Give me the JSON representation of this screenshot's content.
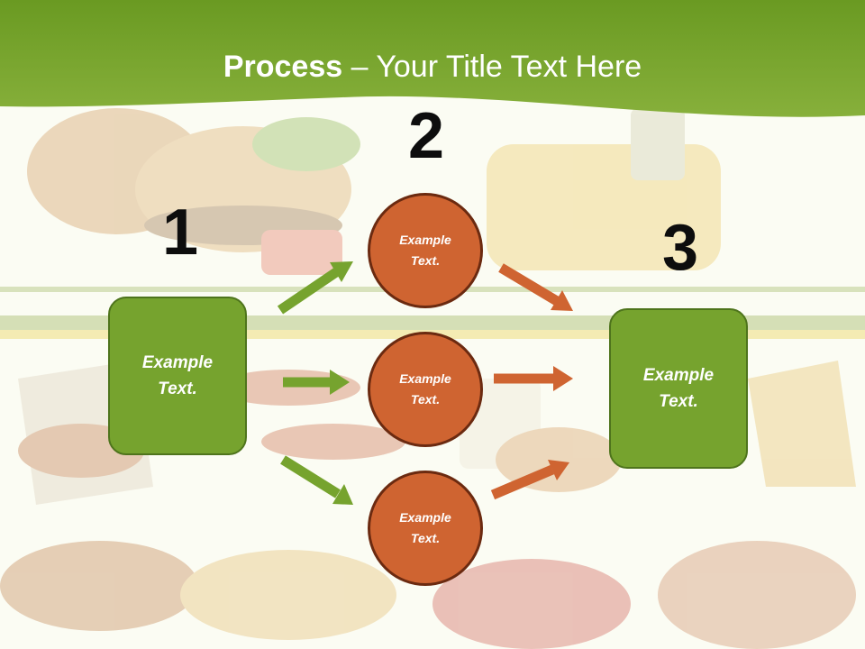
{
  "title": {
    "bold": "Process",
    "rest": " – Your Title Text Here"
  },
  "steps": [
    {
      "number": "1",
      "label": "Example\nText."
    },
    {
      "number": "2",
      "label": "Example\nText."
    },
    {
      "number": "3",
      "label": "Example\nText."
    }
  ],
  "circles": [
    {
      "label": "Example\nText."
    },
    {
      "label": "Example\nText."
    },
    {
      "label": "Example\nText."
    }
  ],
  "colors": {
    "header": "#7aa630",
    "box": "#76a32e",
    "circle": "#cf6431",
    "arrow_green": "#76a32e",
    "arrow_orange": "#cf6431"
  }
}
